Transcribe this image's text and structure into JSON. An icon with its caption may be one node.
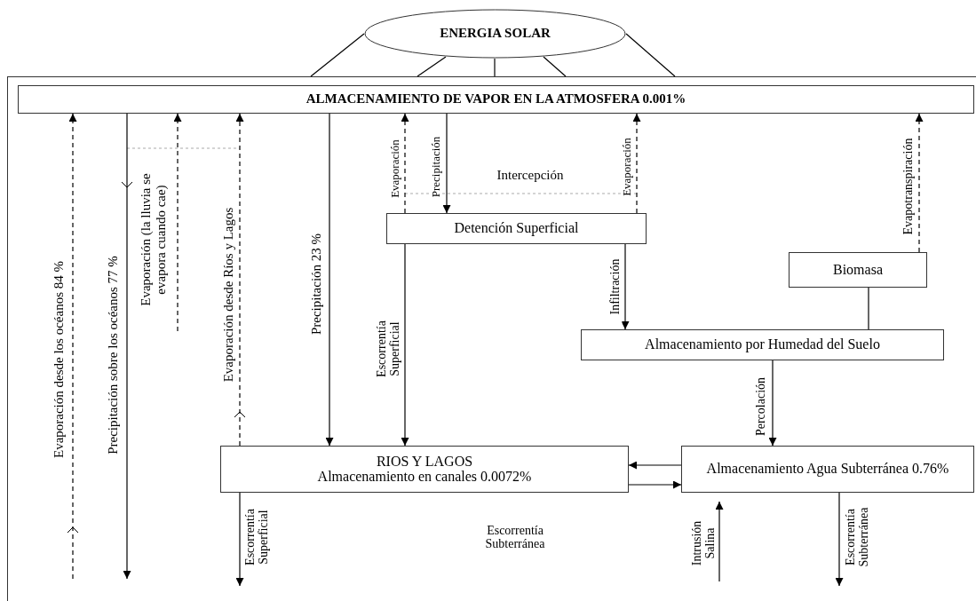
{
  "diagram": {
    "nodes": [
      {
        "text": [
          "ENERGIA SOLAR"
        ]
      },
      {
        "text": [],
        "shape": "box"
      },
      {
        "text": [
          "ALMACENAMIENTO DE VAPOR EN LA ATMOSFERA 0.001%"
        ],
        "in": 1
      },
      {
        "text": [
          "Detención Superficial"
        ],
        "in": 1
      },
      {
        "text": [
          "Biomasa"
        ],
        "in": 1
      },
      {
        "text": [
          "Almacenamiento por Humedad del Suelo"
        ],
        "in": 1
      },
      {
        "text": [
          "RIOS Y LAGOS",
          "Almacenamiento en canales 0.0072%"
        ],
        "in": 1
      },
      {
        "text": [
          "Almacenamiento Agua Subterránea 0.76%"
        ],
        "in": 1
      }
    ],
    "edges": [
      {
        "from": 0,
        "to": 1,
        "arrow": "none"
      },
      {
        "from": 0,
        "to": 1,
        "arrow": "none"
      },
      {
        "from": 0,
        "to": 1,
        "arrow": "none"
      },
      {
        "from": 0,
        "to": 1,
        "arrow": "none"
      },
      {
        "from": 0,
        "to": 1,
        "arrow": "none"
      },
      {
        "from": null,
        "to": 2,
        "arrow": "to",
        "style": "dashed",
        "label": "Evaporación desde los océanos 84 %"
      },
      {
        "from": 2,
        "to": null,
        "arrow": "to",
        "label": "Precipitación sobre los océanos 77 %"
      },
      {
        "from": null,
        "to": 2,
        "arrow": "to",
        "style": "dashed",
        "label": "Evaporación (la lluvia se evapora cuando cae)"
      },
      {
        "from": 6,
        "to": 2,
        "arrow": "to",
        "style": "dashed",
        "label": "Evaporación desde Ríos y Lagos"
      },
      {
        "from": 2,
        "to": 6,
        "arrow": "to",
        "label": "Precipitación 23 %"
      },
      {
        "from": 3,
        "to": 2,
        "arrow": "to",
        "style": "dashed",
        "label": "Evaporación"
      },
      {
        "from": 2,
        "to": 3,
        "arrow": "to",
        "label": "Precipitación"
      },
      {
        "from": 3,
        "to": 2,
        "arrow": "to",
        "style": "dashed",
        "label": "Evaporación"
      },
      {
        "from": 3,
        "to": 6,
        "arrow": "to",
        "label": "Escorrentía Superficial"
      },
      {
        "from": 3,
        "to": 5,
        "arrow": "to",
        "label": "Infiltración"
      },
      {
        "from": 4,
        "to": 2,
        "arrow": "to",
        "style": "dashed",
        "label": "Evapotranspiración"
      },
      {
        "from": 4,
        "to": 5,
        "arrow": "none"
      },
      {
        "from": 5,
        "to": 7,
        "arrow": "to",
        "label": "Percolación"
      },
      {
        "from": 7,
        "to": 6,
        "arrow": "to"
      },
      {
        "from": 6,
        "to": 7,
        "arrow": "to"
      },
      {
        "from": 6,
        "to": null,
        "arrow": "to",
        "label": "Escorrentía Superficial"
      },
      {
        "from": null,
        "to": 7,
        "arrow": "to",
        "label": "Intrusión Salina"
      },
      {
        "from": 7,
        "to": null,
        "arrow": "to",
        "label": "Escorrentía Subterránea"
      }
    ],
    "labels": [
      "Intercepción",
      "Escorrentía Subterránea"
    ]
  }
}
